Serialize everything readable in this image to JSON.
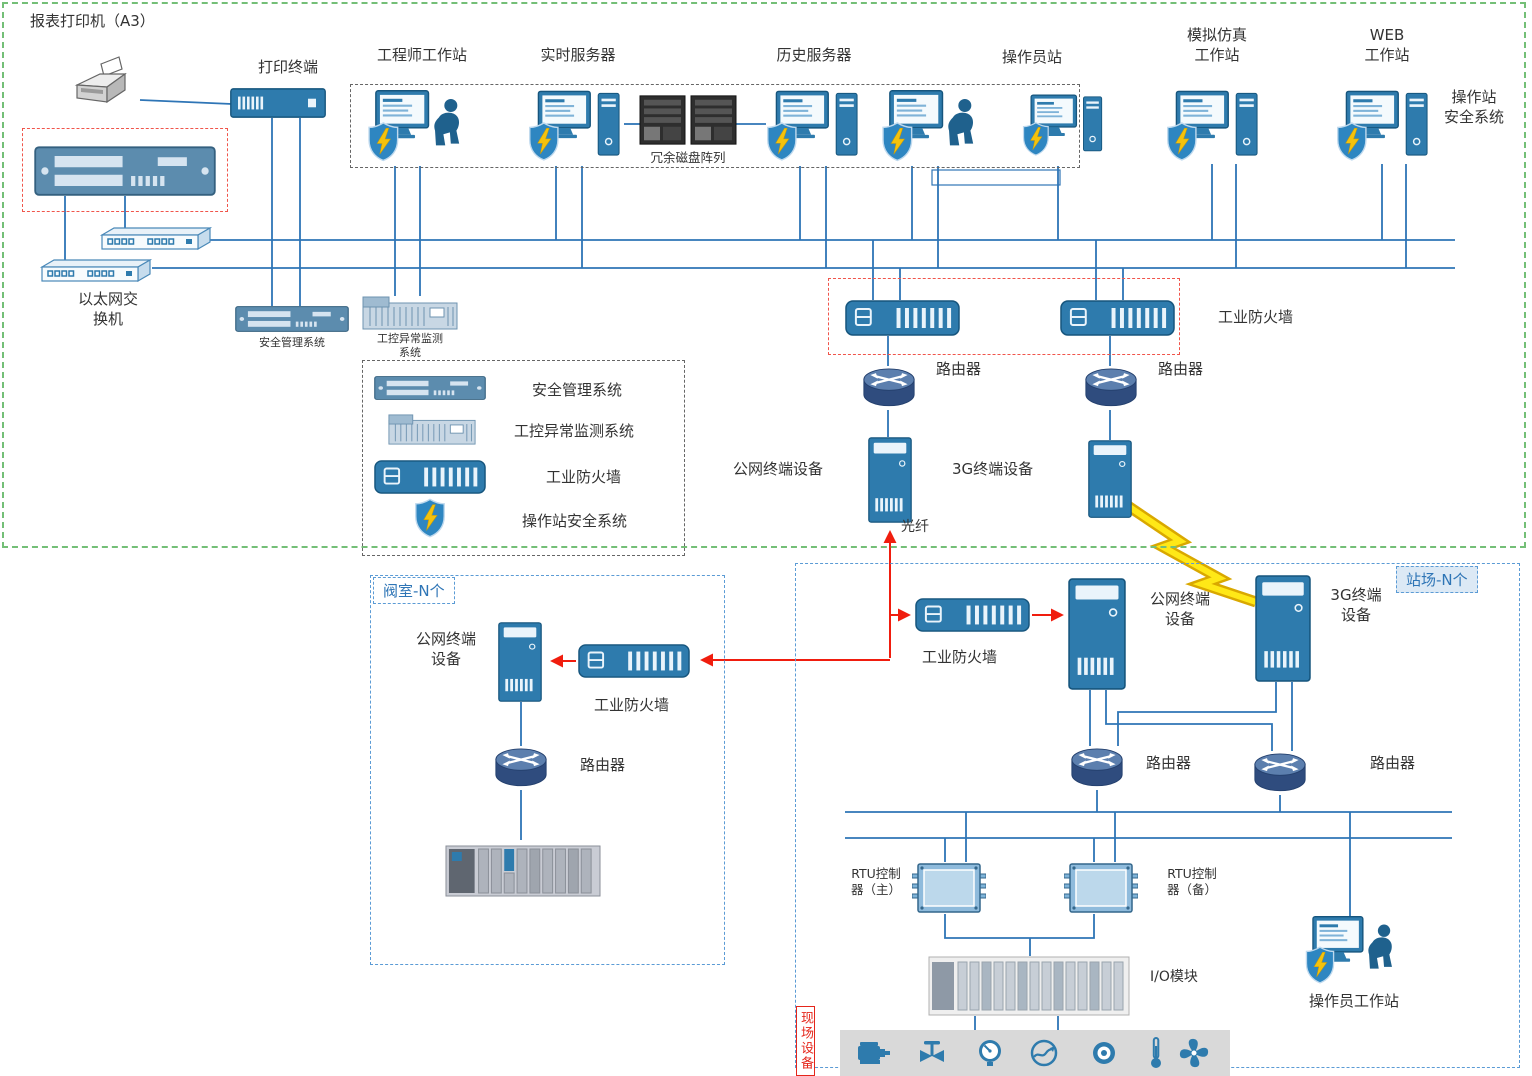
{
  "diagram": {
    "title_printer": "报表打印机（A3）",
    "print_terminal": "打印终端",
    "engineer_ws": "工程师工作站",
    "realtime_server": "实时服务器",
    "history_server": "历史服务器",
    "disk_array": "冗余磁盘阵列",
    "operator_station": "操作员站",
    "sim_ws": "模拟仿真\n工作站",
    "web_ws": "WEB\n工作站",
    "op_station_security_2l": "操作站\n安全系统",
    "eth_switch": "以太网交\n换机",
    "security_mgmt": "安全管理系统",
    "ics_monitor_2l": "工控异常监测\n系统",
    "ics_monitor": "工控异常监测系统",
    "industrial_firewall": "工业防火墙",
    "op_station_security": "操作站安全系统",
    "router": "路由器",
    "public_terminal": "公网终端设备",
    "public_terminal_2l": "公网终端\n设备",
    "g3_terminal": "3G终端设备",
    "g3_terminal_2l": "3G终端\n设备",
    "fiber": "光纤",
    "valve_room": "阀室-N个",
    "station": "站场-N个",
    "rtu_main": "RTU控制\n器（主）",
    "rtu_backup": "RTU控制\n器（备）",
    "io_module": "I/O模块",
    "operator_ws": "操作员工作站",
    "field_devices": "现场设备"
  },
  "colors": {
    "device_blue": "#2E7BAD",
    "line_blue": "#2E75B6",
    "alert_red": "#F01D0E",
    "green_border": "#74BF77",
    "blue_border": "#5B9BD5",
    "bolt_yellow": "#FFE817",
    "field_bar_gray": "#D9D9D9"
  },
  "icons": {
    "security_badge": "shield-lightning-icon",
    "field_bar": [
      "motor-icon",
      "valve-icon",
      "pressure-gauge-icon",
      "flow-meter-icon",
      "ball-valve-icon",
      "thermometer-icon",
      "fan-icon"
    ]
  }
}
